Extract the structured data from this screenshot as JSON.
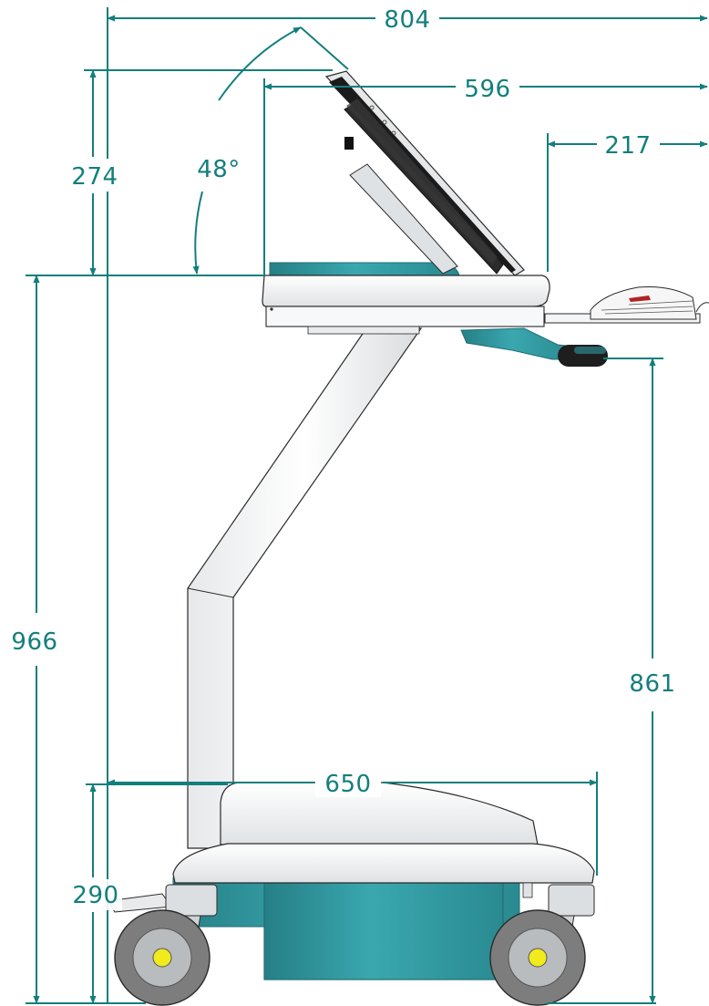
{
  "colors": {
    "dimension": "#137f7d",
    "teal_body": "#2f9aa2",
    "teal_dark": "#1f7479",
    "cart_white": "#f4f5f6",
    "cart_shadow": "#c9cdd0",
    "outline": "#2a2a2a",
    "wheel_tire": "#7d7d7d",
    "wheel_hub": "#f1ea1c",
    "screen": "#1b1b1b"
  },
  "dimensions": {
    "overall_depth": "804",
    "monitor_span": "596",
    "keyboard_offset": "217",
    "monitor_height": "274",
    "tilt_angle": "48°",
    "work_surface_height": "966",
    "handle_height": "861",
    "base_depth": "650",
    "base_height": "290"
  },
  "icons": {
    "monitor": "monitor-icon",
    "keyboard": "keyboard-icon",
    "caster": "caster-wheel-icon"
  }
}
